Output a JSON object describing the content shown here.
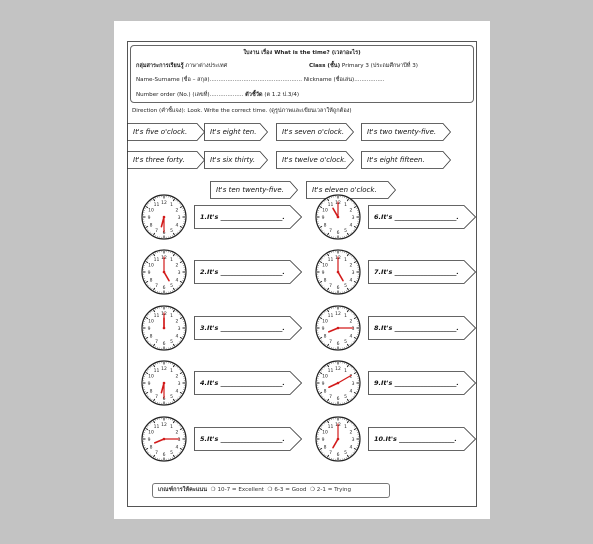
{
  "worksheet": {
    "title": "ใบงาน เรื่อง What is the time? (เวลาอะไร)",
    "group_label": "กลุ่มสาระการเรียนรู้",
    "group_value": "ภาษาต่างประเทศ",
    "class_label": "Class (ชั้น)",
    "class_value": "Primary 3 (ประถมศึกษาปีที่ 3)",
    "name_label": "Name-Surname",
    "name_hint": "(ชื่อ – สกุล)....................................................",
    "nickname_label": "Nickname",
    "nickname_hint": "(ชื่อเล่น).................",
    "number_label": "Number order",
    "number_hint": "(No.) (เลขที่)...................",
    "indicator_label": "ตัวชี้วัด",
    "indicator_value": "(ต 1.2 ป.3/4)",
    "direction_label": "Direction (คำชี้แจง):",
    "direction_text": "Look. Write the correct time.",
    "direction_note": "(ดูรูปภาพและเขียนเวลาให้ถูกต้อง)"
  },
  "options": [
    "It's five o'clock.",
    "It's eight ten.",
    "It's seven o'clock.",
    "It's two twenty-five.",
    "It's three forty.",
    "It's six thirty.",
    "It's twelve o'clock.",
    "It's eight fifteen.",
    "It's ten twenty-five.",
    "It's eleven o'clock."
  ],
  "questions": [
    {
      "label": "1.It's ___________________.",
      "hour": 6,
      "minute": 30
    },
    {
      "label": "2.It's ___________________.",
      "hour": 5,
      "minute": 0
    },
    {
      "label": "3.It's ___________________.",
      "hour": 12,
      "minute": 0
    },
    {
      "label": "4.It's ___________________.",
      "hour": 6,
      "minute": 30
    },
    {
      "label": "5.It's ___________________.",
      "hour": 8,
      "minute": 15
    },
    {
      "label": "6.It's ___________________.",
      "hour": 11,
      "minute": 0
    },
    {
      "label": "7.It's ___________________.",
      "hour": 5,
      "minute": 0
    },
    {
      "label": "8.It's ___________________.",
      "hour": 8,
      "minute": 15
    },
    {
      "label": "9.It's ___________________.",
      "hour": 8,
      "minute": 10
    },
    {
      "label": "10.It's _________________.",
      "hour": 7,
      "minute": 0
    }
  ],
  "criteria": {
    "label": "เกณฑ์การให้คะแนน",
    "items": [
      "10-7 = Excellent",
      "6-3 = Good",
      "2-1 = Trying"
    ]
  }
}
